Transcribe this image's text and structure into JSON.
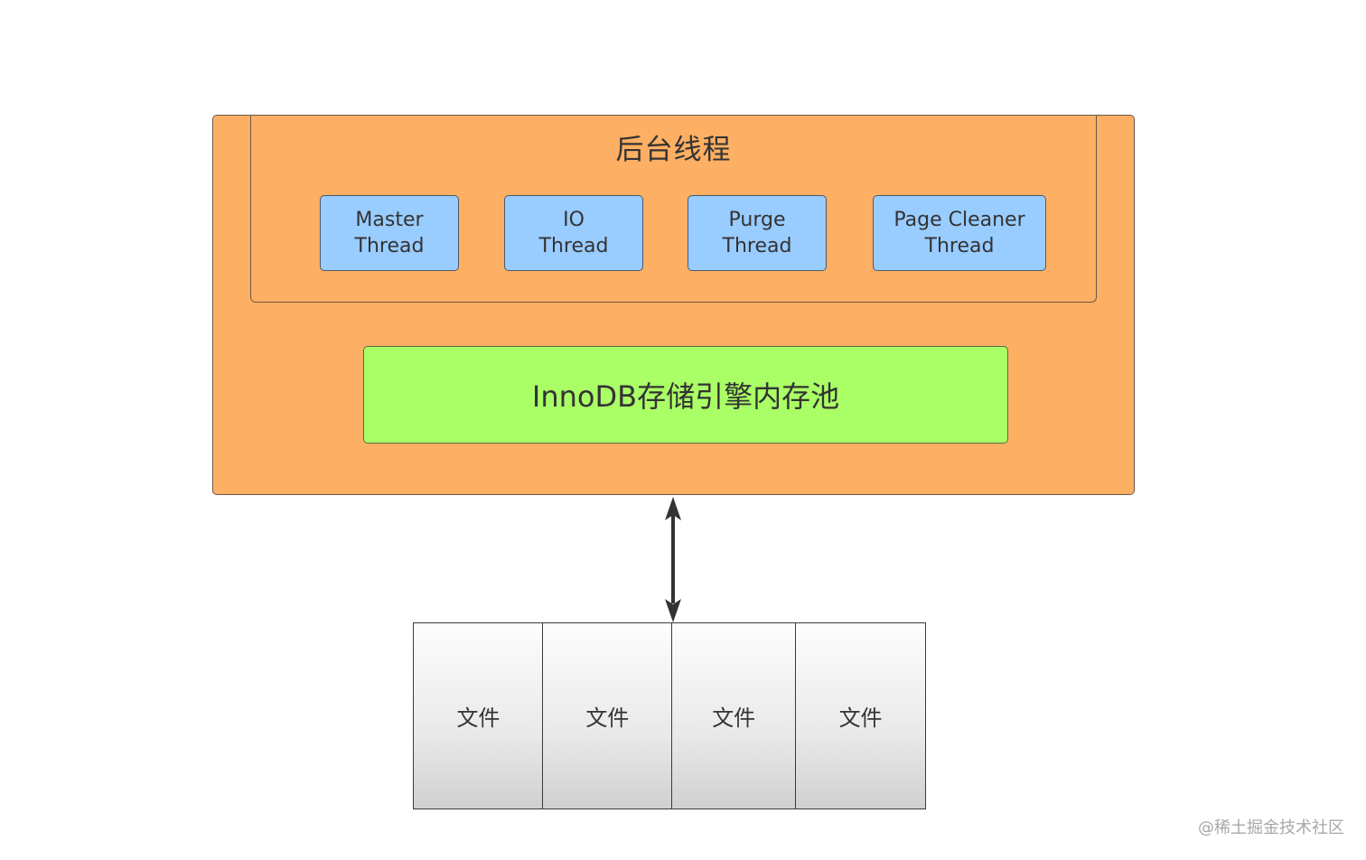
{
  "background_threads": {
    "title": "后台线程",
    "threads": [
      {
        "label": "Master\nThread"
      },
      {
        "label": "IO\nThread"
      },
      {
        "label": "Purge\nThread"
      },
      {
        "label": "Page Cleaner\nThread"
      }
    ]
  },
  "memory_pool": {
    "label": "InnoDB存储引擎内存池"
  },
  "files": [
    {
      "label": "文件"
    },
    {
      "label": "文件"
    },
    {
      "label": "文件"
    },
    {
      "label": "文件"
    }
  ],
  "watermark": "@稀土掘金技术社区",
  "colors": {
    "outer_box": "#FDAF63",
    "thread_box": "#99CCFF",
    "memory_pool": "#AAFF66",
    "file_gradient_top": "#fdfdfd",
    "file_gradient_bottom": "#d0d0d0",
    "text": "#333333"
  }
}
